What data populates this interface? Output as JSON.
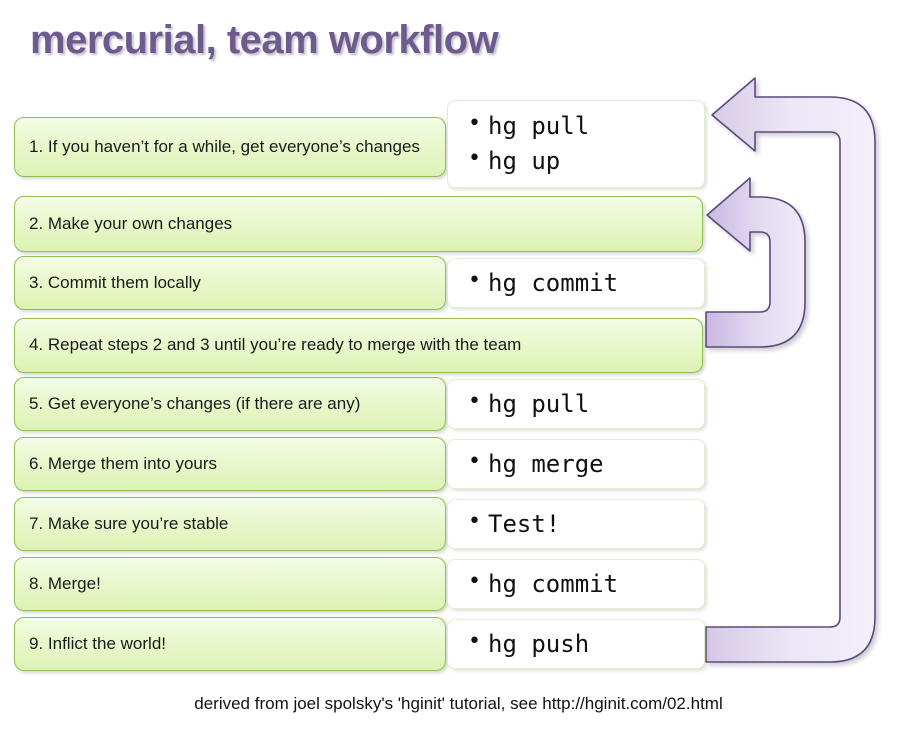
{
  "title": "mercurial, team workflow",
  "colors": {
    "title_purple": "#6d5b8e",
    "box_green_border": "#8cc152",
    "box_green_fill_top": "#f4fce6",
    "box_green_fill_bottom": "#ddf2b4",
    "cmd_box_border": "#e2edd2",
    "cmd_box_fill": "#ffffff",
    "arrow_fill_light": "#ece6f6",
    "arrow_fill_dark": "#c9b8e0",
    "arrow_stroke": "#5b4a7c"
  },
  "steps": [
    {
      "num": "1.",
      "text": "If you haven’t for a while, get everyone’s changes",
      "commands": [
        "hg pull",
        "hg up"
      ]
    },
    {
      "num": "2.",
      "text": "Make your own changes",
      "commands": []
    },
    {
      "num": "3.",
      "text": "Commit them locally",
      "commands": [
        "hg commit"
      ]
    },
    {
      "num": "4.",
      "text": "Repeat steps 2 and 3 until you’re ready to merge with the team",
      "commands": []
    },
    {
      "num": "5.",
      "text": "Get everyone’s changes (if there are any)",
      "commands": [
        "hg pull"
      ]
    },
    {
      "num": "6.",
      "text": "Merge them into yours",
      "commands": [
        "hg merge"
      ]
    },
    {
      "num": "7.",
      "text": "Make sure you’re stable",
      "commands": [
        "Test!"
      ]
    },
    {
      "num": "8.",
      "text": "Merge!",
      "commands": [
        "hg commit"
      ]
    },
    {
      "num": "9.",
      "text": "Inflict the world!",
      "commands": [
        "hg push"
      ]
    }
  ],
  "step_labels": {
    "s1": "1. If you haven’t for a while, get everyone’s changes",
    "s2": "2. Make your own changes",
    "s3": "3. Commit them locally",
    "s4": "4. Repeat steps 2 and 3 until you’re ready to merge with the team",
    "s5": "5. Get everyone’s changes (if there are any)",
    "s6": "6. Merge them into yours",
    "s7": "7. Make sure you’re stable",
    "s8": "8. Merge!",
    "s9": "9. Inflict the world!"
  },
  "commands": {
    "c1a": "hg pull",
    "c1b": "hg up",
    "c3": "hg commit",
    "c5": "hg pull",
    "c6": "hg merge",
    "c7": "Test!",
    "c8": "hg commit",
    "c9": "hg push"
  },
  "arrows": [
    {
      "name": "loop-arrow-inner",
      "from_step": "4",
      "to_step": "2",
      "direction": "up-left"
    },
    {
      "name": "loop-arrow-outer",
      "from_step": "9",
      "to_step": "1",
      "direction": "up-left"
    }
  ],
  "footer": "derived from joel spolsky's 'hginit' tutorial, see http://hginit.com/02.html"
}
